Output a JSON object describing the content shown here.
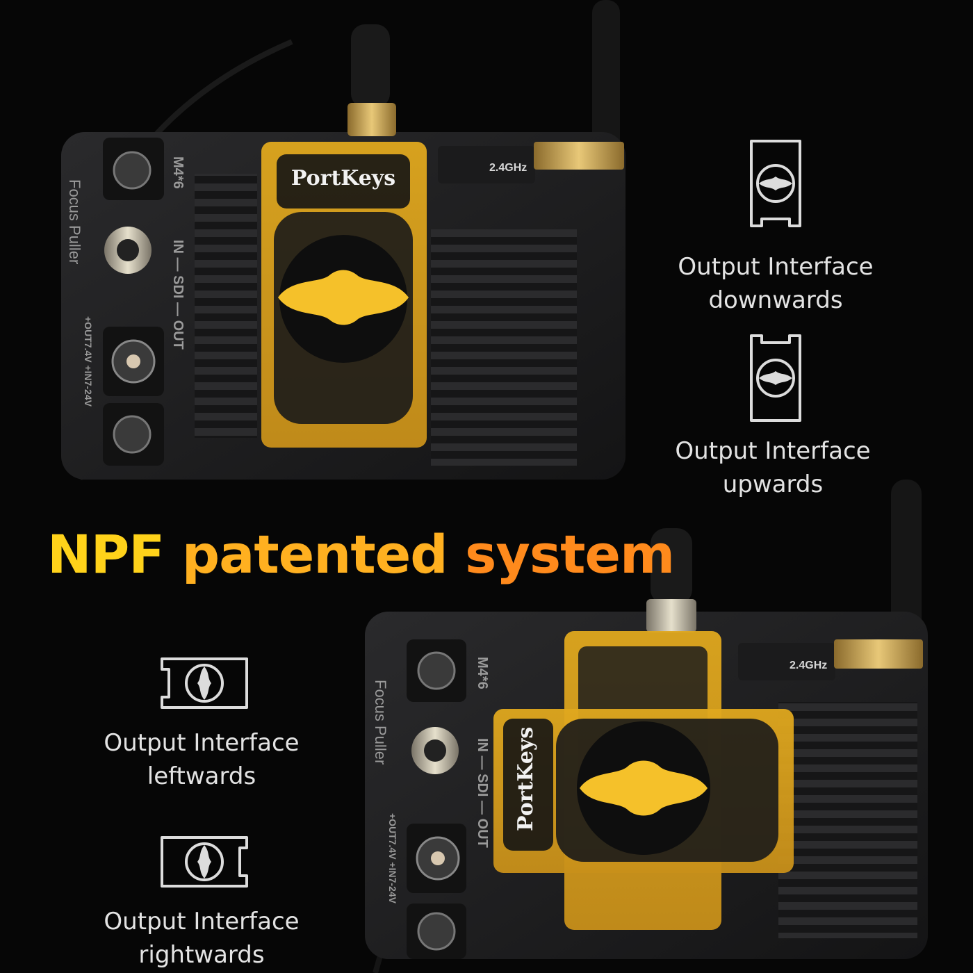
{
  "headline": {
    "word1": "NPF",
    "word2": "patented",
    "word3": "system"
  },
  "devices": {
    "top": {
      "brand": "PortKeys",
      "band_label": "2.4GHz",
      "mount_label": "M4*6",
      "side_label": "Focus Puller",
      "sdi_label": "IN — SDI — OUT",
      "power_label": "+OUT7.4V +IN7-24V"
    },
    "bottom": {
      "brand": "PortKeys",
      "band_label": "2.4GHz",
      "mount_label": "M4*6",
      "side_label": "Focus Puller",
      "sdi_label": "IN — SDI — OUT",
      "power_label": "+OUT7.4V +IN7-24V"
    }
  },
  "orientations": [
    {
      "id": "downwards",
      "line1": "Output Interface",
      "line2": "downwards",
      "icon": "battery-slot-down-icon"
    },
    {
      "id": "upwards",
      "line1": "Output Interface",
      "line2": "upwards",
      "icon": "battery-slot-up-icon"
    },
    {
      "id": "leftwards",
      "line1": "Output Interface",
      "line2": "leftwards",
      "icon": "battery-slot-left-icon"
    },
    {
      "id": "rightwards",
      "line1": "Output Interface",
      "line2": "rightwards",
      "icon": "battery-slot-right-icon"
    }
  ],
  "colors": {
    "background": "#060606",
    "device_body": "#1d1d1f",
    "module_amber": "#d9a21c",
    "knob_yellow": "#f5c12a",
    "gold_connector": "#c9a048",
    "headline_start": "#ffd21a",
    "headline_end": "#ff8a1c",
    "caption_text": "#e3e3e3",
    "icon_stroke": "#dcdcdc"
  }
}
